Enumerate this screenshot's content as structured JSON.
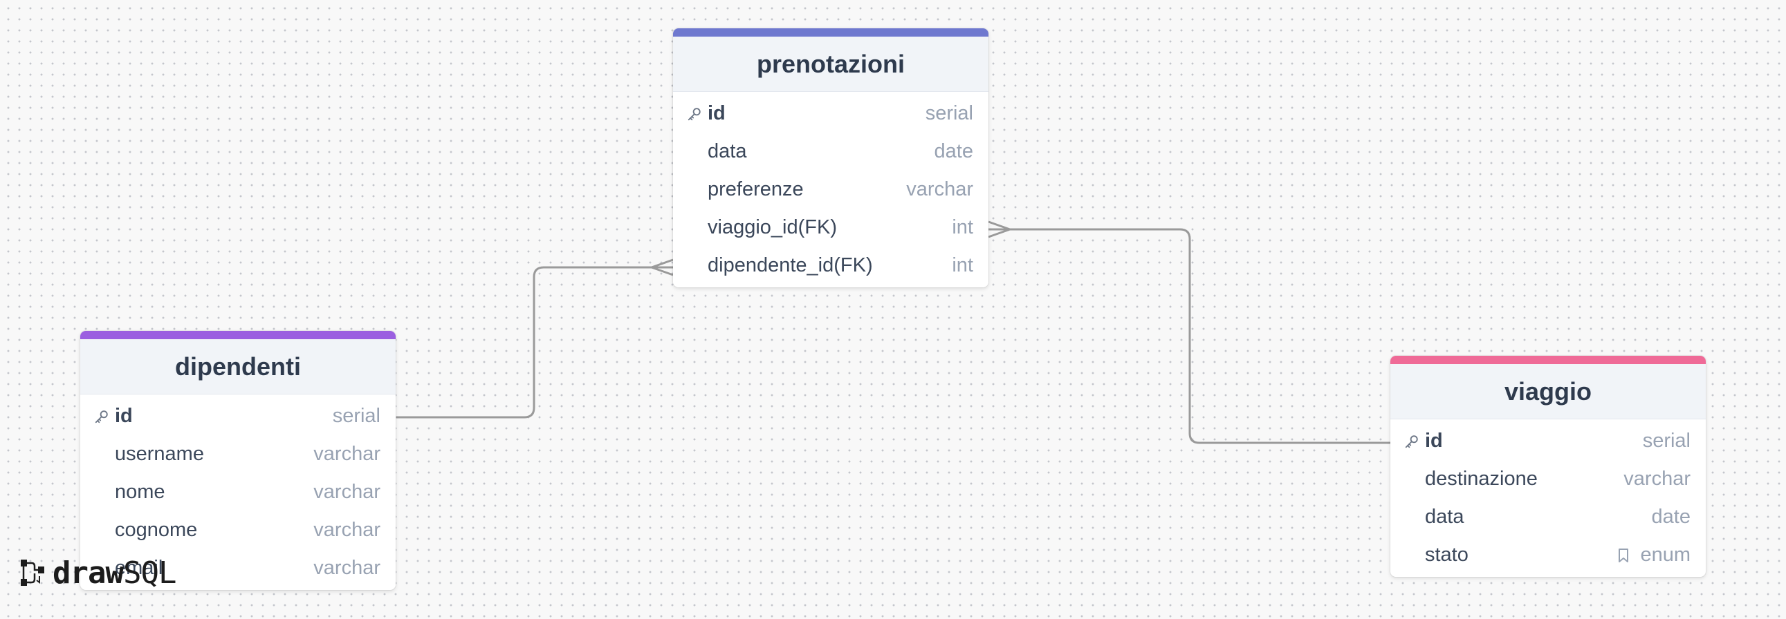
{
  "colors": {
    "prenotazioni_accent": "#6e78cf",
    "dipendenti_accent": "#9b5fe0",
    "viaggio_accent": "#ef6a97",
    "connector": "#9a9a9a",
    "canvas_background": "#f8f8f8"
  },
  "icons": {
    "primary_key": "key-icon",
    "enum": "bookmark-icon",
    "brand": "drawsql-logo-icon"
  },
  "tables": {
    "prenotazioni": {
      "name": "prenotazioni",
      "columns": [
        {
          "name": "id",
          "type": "serial",
          "primary_key": true
        },
        {
          "name": "data",
          "type": "date"
        },
        {
          "name": "preferenze",
          "type": "varchar"
        },
        {
          "name": "viaggio_id(FK)",
          "type": "int"
        },
        {
          "name": "dipendente_id(FK)",
          "type": "int"
        }
      ]
    },
    "dipendenti": {
      "name": "dipendenti",
      "columns": [
        {
          "name": "id",
          "type": "serial",
          "primary_key": true
        },
        {
          "name": "username",
          "type": "varchar"
        },
        {
          "name": "nome",
          "type": "varchar"
        },
        {
          "name": "cognome",
          "type": "varchar"
        },
        {
          "name": "email",
          "type": "varchar"
        }
      ]
    },
    "viaggio": {
      "name": "viaggio",
      "columns": [
        {
          "name": "id",
          "type": "serial",
          "primary_key": true
        },
        {
          "name": "destinazione",
          "type": "varchar"
        },
        {
          "name": "data",
          "type": "date"
        },
        {
          "name": "stato",
          "type": "enum",
          "enum": true
        }
      ]
    }
  },
  "relations": [
    {
      "from": "dipendenti.id",
      "to": "prenotazioni.dipendente_id(FK)",
      "cardinality": "one-to-many"
    },
    {
      "from": "viaggio.id",
      "to": "prenotazioni.viaggio_id(FK)",
      "cardinality": "one-to-many"
    }
  ],
  "brand": {
    "draw": "draw",
    "sql": "SQL"
  }
}
